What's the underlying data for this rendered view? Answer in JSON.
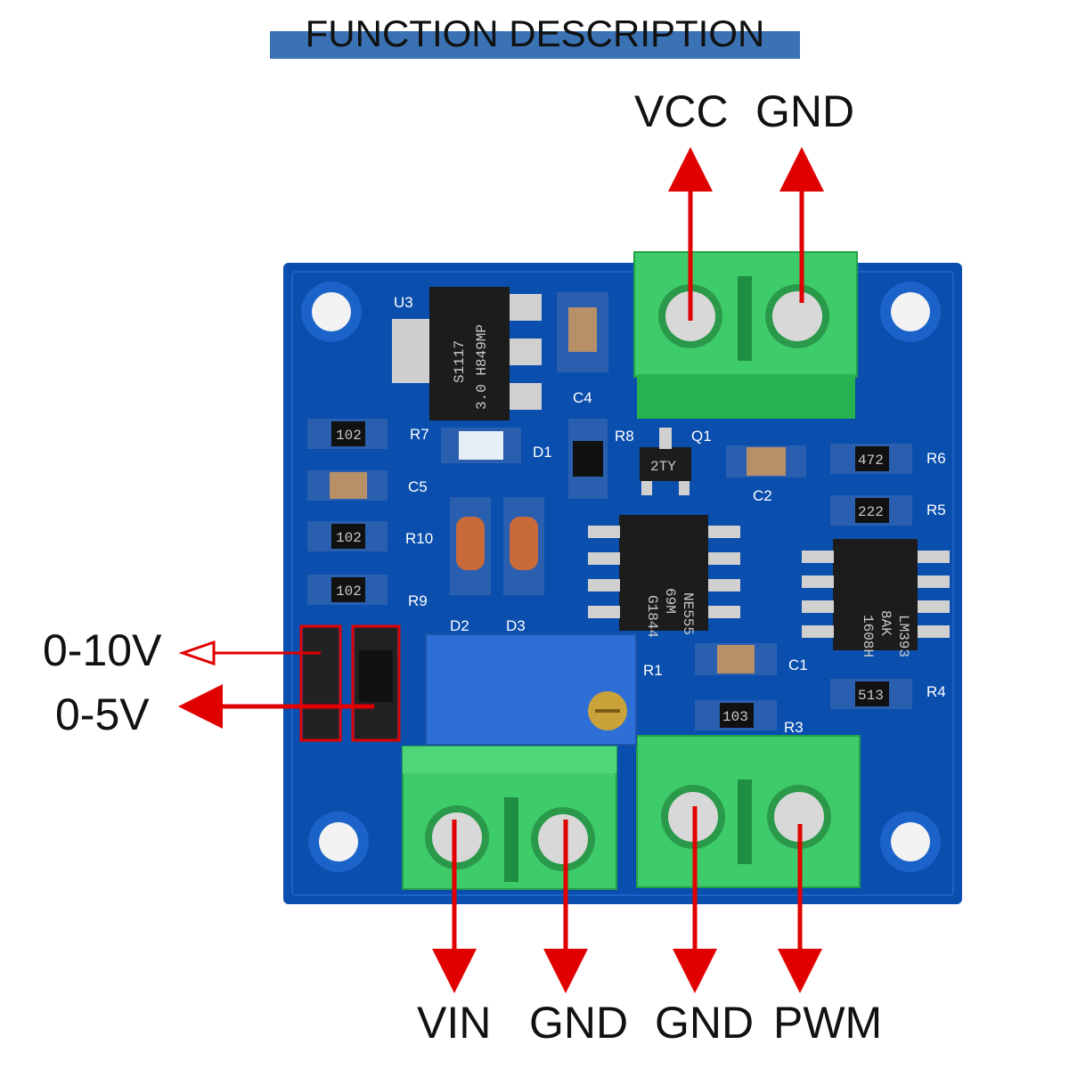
{
  "header": {
    "title": "FUNCTION DESCRIPTION"
  },
  "terminals": {
    "top": [
      "VCC",
      "GND"
    ],
    "bottom": [
      "VIN",
      "GND",
      "GND",
      "PWM"
    ]
  },
  "jumper_modes": [
    "0-10V",
    "0-5V"
  ],
  "pcb": {
    "silkscreen": [
      "U3",
      "R7",
      "D1",
      "C4",
      "R8",
      "Q1",
      "R6",
      "R5",
      "C5",
      "C2",
      "R10",
      "R9",
      "D2",
      "D3",
      "R1",
      "C1",
      "R4",
      "R3"
    ],
    "chips": {
      "regulator": [
        "S1117",
        "3.0 H849MP"
      ],
      "timer": [
        "NE555",
        "69M",
        "G1844"
      ],
      "comparator": [
        "LM393",
        "8AK",
        "1608H"
      ],
      "transistor": "2TY"
    },
    "resistor_codes": [
      "102",
      "102",
      "102",
      "472",
      "222",
      "513",
      "103"
    ]
  },
  "colors": {
    "board": "#0a4fae",
    "terminal": "#3ecb6a",
    "arrow": "#e10000",
    "title_bar": "#3a72b4"
  }
}
